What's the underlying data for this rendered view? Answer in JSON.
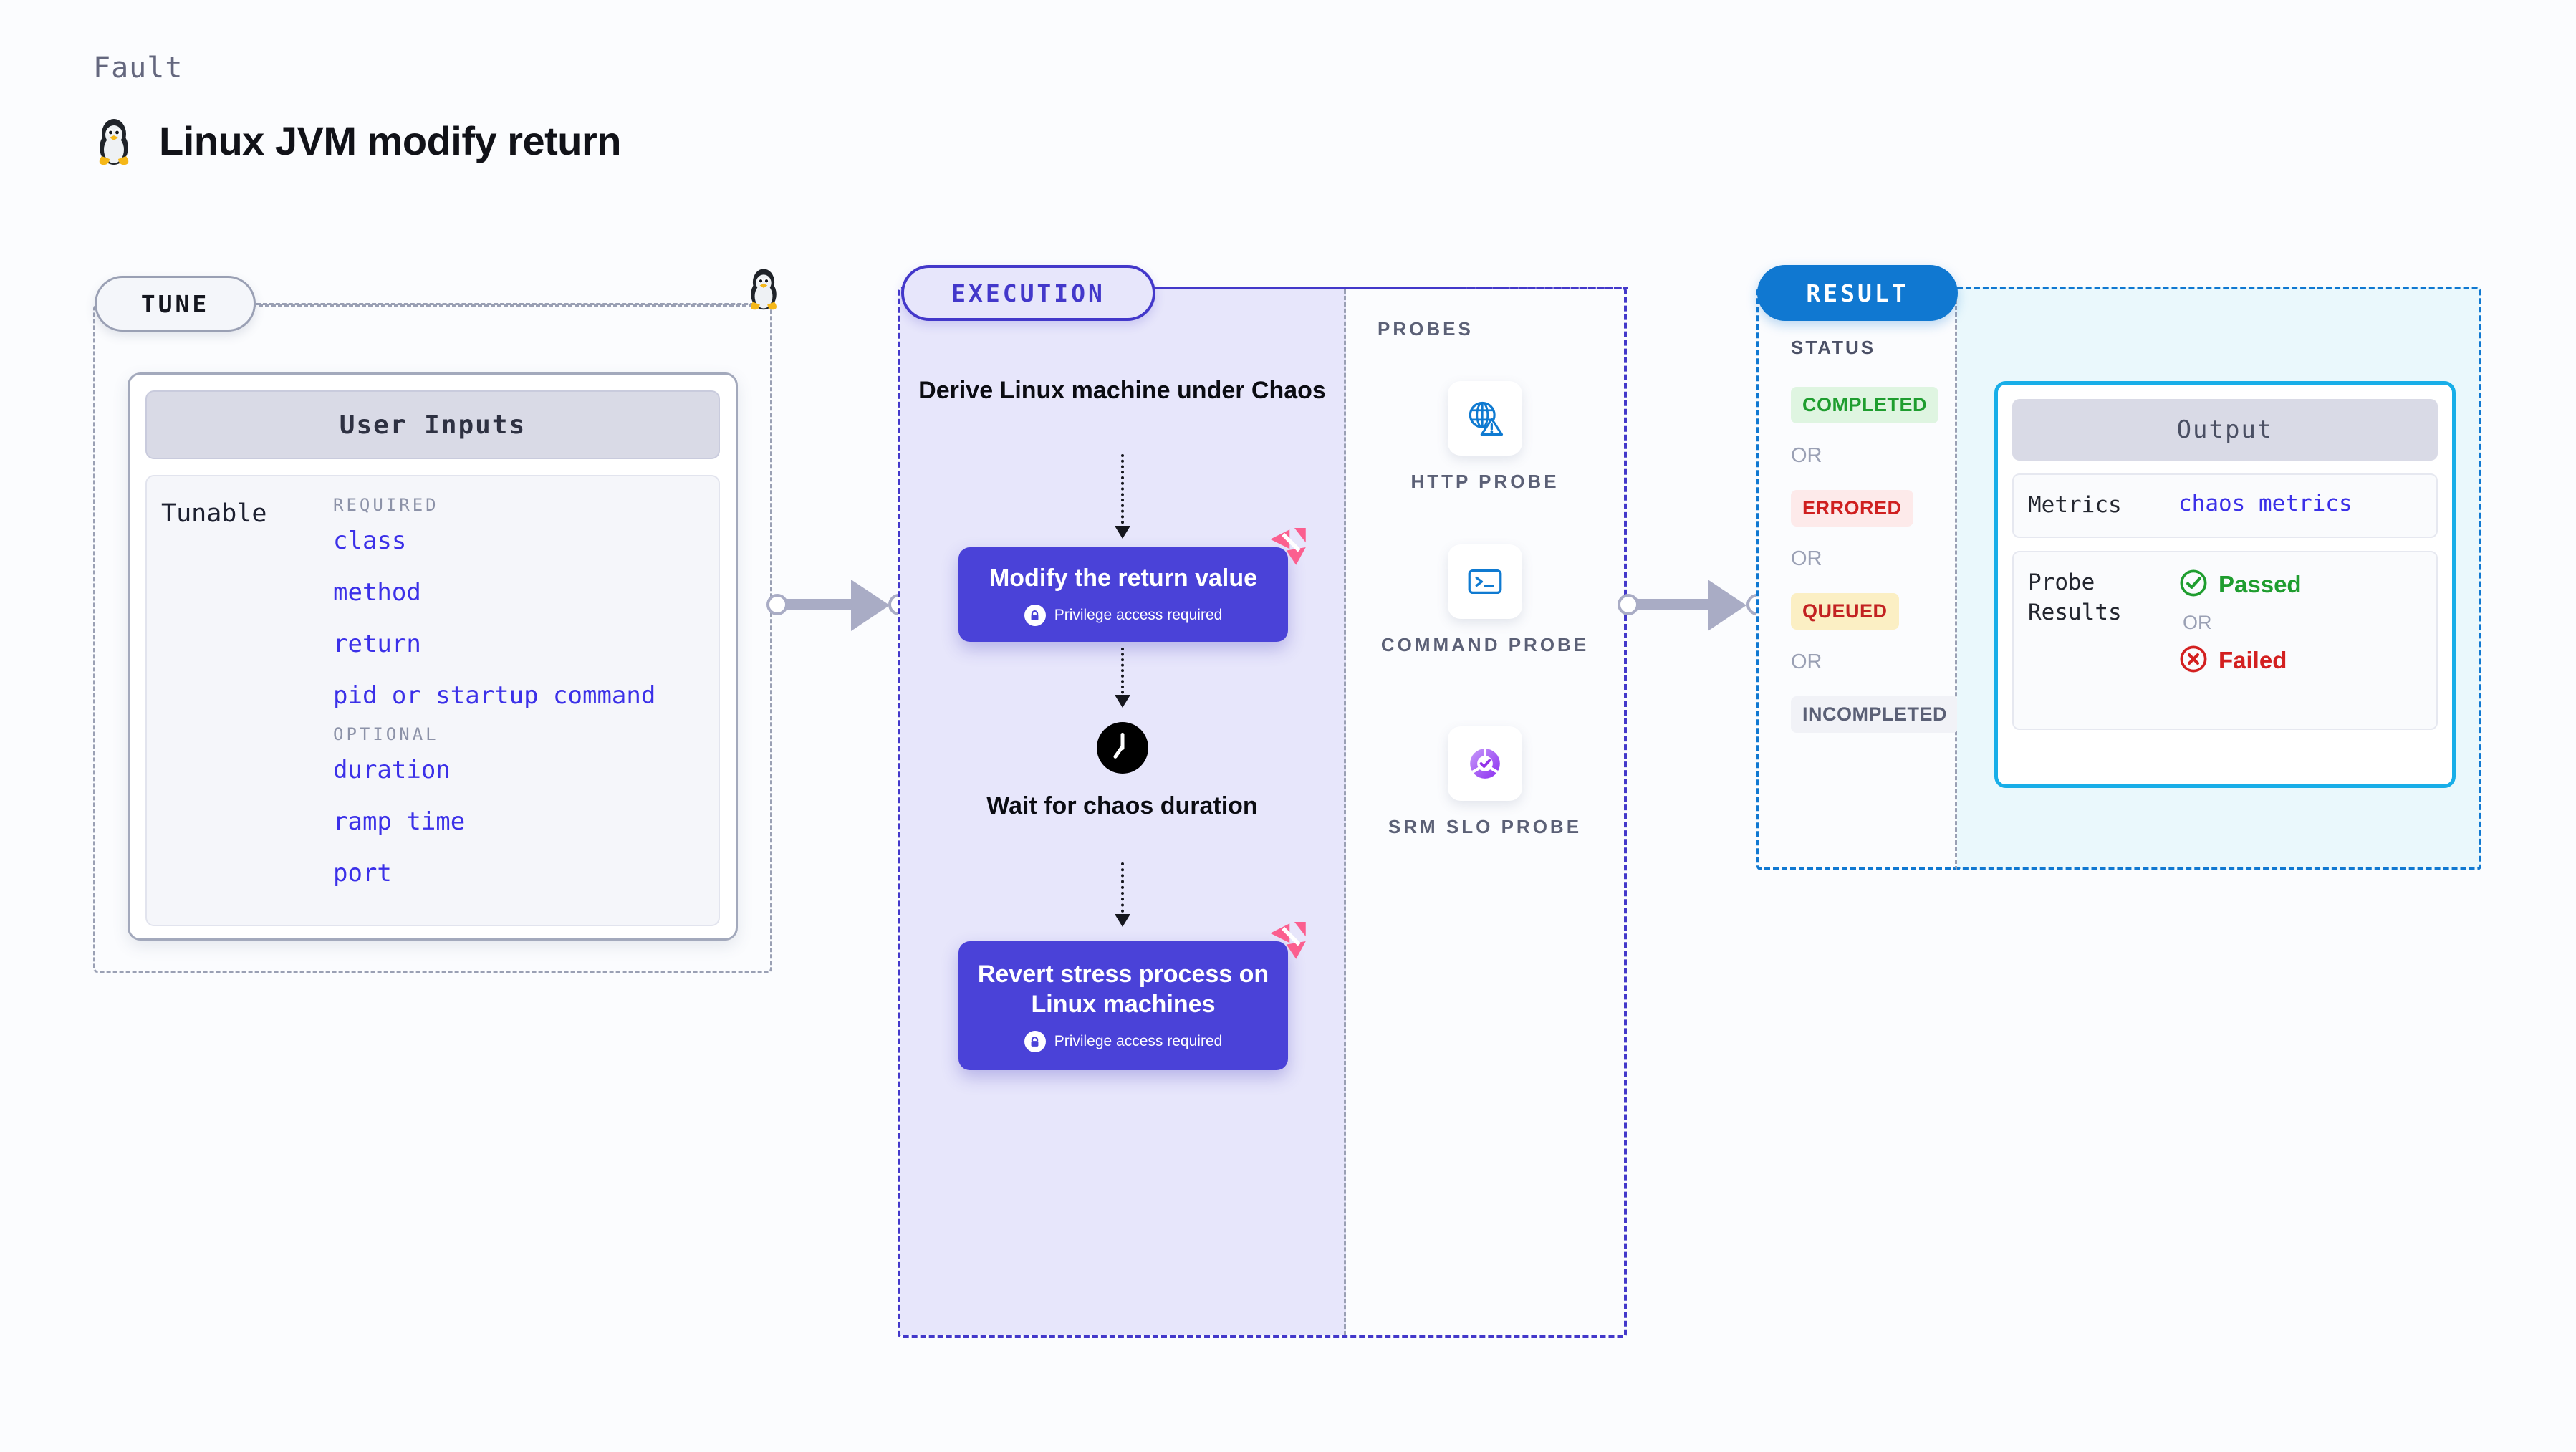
{
  "header": {
    "kicker": "Fault",
    "title": "Linux JVM modify return",
    "icon": "linux-penguin-icon"
  },
  "tune": {
    "pill_label": "TUNE",
    "card_title": "User Inputs",
    "tunable_label": "Tunable",
    "groups": [
      {
        "title": "REQUIRED",
        "items": [
          "class",
          "method",
          "return",
          "pid or startup command"
        ]
      },
      {
        "title": "OPTIONAL",
        "items": [
          "duration",
          "ramp time",
          "port"
        ]
      }
    ]
  },
  "execution": {
    "pill_label": "EXECUTION",
    "steps": [
      {
        "type": "text",
        "label": "Derive Linux machine under Chaos"
      },
      {
        "type": "action",
        "label": "Modify the return value",
        "privilege": "Privilege access required",
        "badge": "litmus-chaos-icon"
      },
      {
        "type": "wait",
        "label": "Wait for chaos duration",
        "icon": "clock-icon"
      },
      {
        "type": "action",
        "label": "Revert stress process on Linux machines",
        "privilege": "Privilege access required",
        "badge": "litmus-chaos-icon"
      }
    ]
  },
  "probes": {
    "title": "PROBES",
    "items": [
      {
        "label": "HTTP PROBE",
        "icon": "globe-warning-icon"
      },
      {
        "label": "COMMAND PROBE",
        "icon": "terminal-icon"
      },
      {
        "label": "SRM SLO PROBE",
        "icon": "slo-check-icon"
      }
    ]
  },
  "result": {
    "pill_label": "RESULT",
    "status_title": "STATUS",
    "or_label": "OR",
    "statuses": [
      {
        "label": "COMPLETED",
        "color": "#1f9d2f",
        "bg": "#dff5e1"
      },
      {
        "label": "ERRORED",
        "color": "#cf2020",
        "bg": "#fdeaea"
      },
      {
        "label": "QUEUED",
        "color": "#c22222",
        "bg": "#fbefc4"
      },
      {
        "label": "INCOMPLETED",
        "color": "#5b6076",
        "bg": "#f1f2f7"
      }
    ],
    "output": {
      "title": "Output",
      "metrics_key": "Metrics",
      "metrics_value": "chaos metrics",
      "probe_key": "Probe Results",
      "passed_label": "Passed",
      "failed_label": "Failed",
      "or_label": "OR"
    }
  },
  "colors": {
    "accent_purple": "#4a42d8",
    "accent_blue": "#1078d1",
    "accent_cyan": "#18aee8",
    "mono_blue": "#3b30e8",
    "pink": "#fb5f8f",
    "gray_dash": "#9aa0b4"
  }
}
